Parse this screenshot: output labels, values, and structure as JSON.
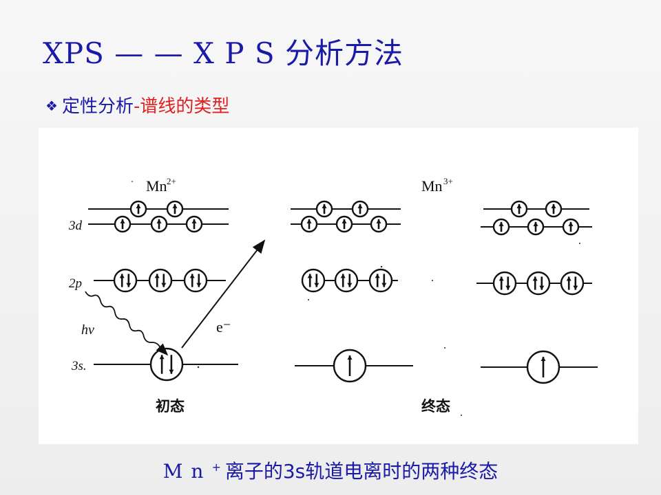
{
  "slide": {
    "title": "XPS — — X P S 分析方法",
    "bullet": {
      "lead": "定性分析",
      "separator": "-",
      "highlight": "谱线的类型"
    },
    "caption": {
      "element": "Mn",
      "superscript": "+",
      "text": "离子的3s轨道电离时的两种终态"
    }
  },
  "diagram": {
    "ion_labels": {
      "initial": "Mn",
      "initial_charge": "2+",
      "final": "Mn",
      "final_charge": "3+"
    },
    "level_labels": {
      "d3": "3d",
      "p2": "2p",
      "s3": "3s."
    },
    "photon_label": "hν",
    "electron_label": "e⁻",
    "state_labels": {
      "initial": "初态",
      "final": "终态"
    }
  },
  "colors": {
    "title": "#1a1aa8",
    "highlight": "#e02020",
    "ink": "#111111"
  }
}
